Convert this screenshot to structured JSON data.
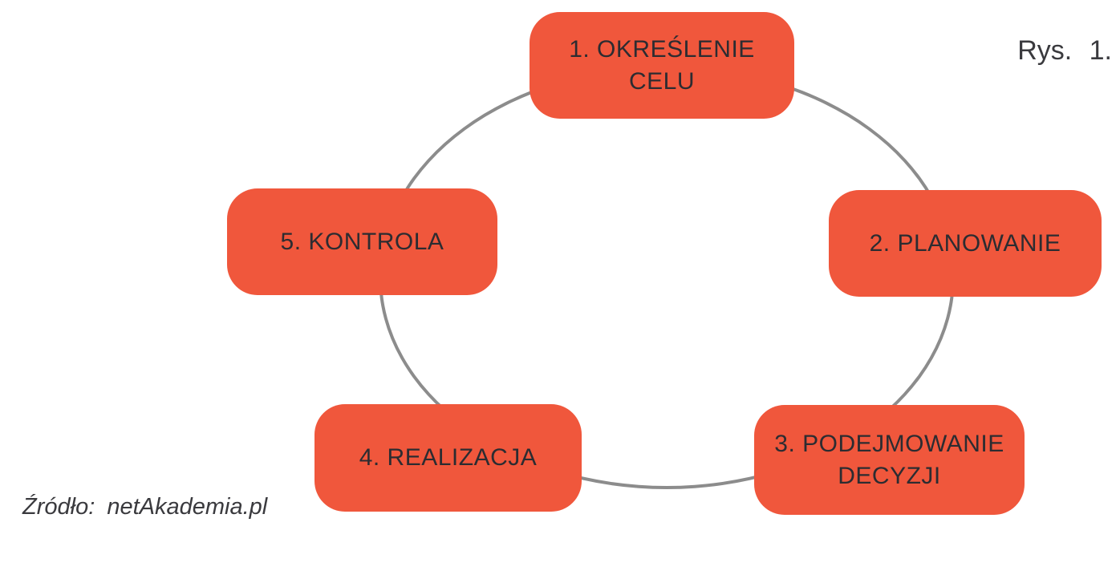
{
  "figure": {
    "caption": "Rys. 1.",
    "source": "Źródło: netAkademia.pl"
  },
  "diagram": {
    "type": "cycle",
    "nodes": [
      {
        "step": 1,
        "label": "1. OKREŚLENIE\nCELU",
        "position": "top"
      },
      {
        "step": 2,
        "label": "2. PLANOWANIE",
        "position": "right"
      },
      {
        "step": 3,
        "label": "3. PODEJMOWANIE\nDECYZJI",
        "position": "bottom-right"
      },
      {
        "step": 4,
        "label": "4. REALIZACJA",
        "position": "bottom-left"
      },
      {
        "step": 5,
        "label": "5. KONTROLA",
        "position": "left"
      }
    ],
    "colors": {
      "node_fill": "#f0573c",
      "node_text": "#2c2c31",
      "ring_stroke": "#8c8c8c",
      "background": "#ffffff"
    }
  }
}
